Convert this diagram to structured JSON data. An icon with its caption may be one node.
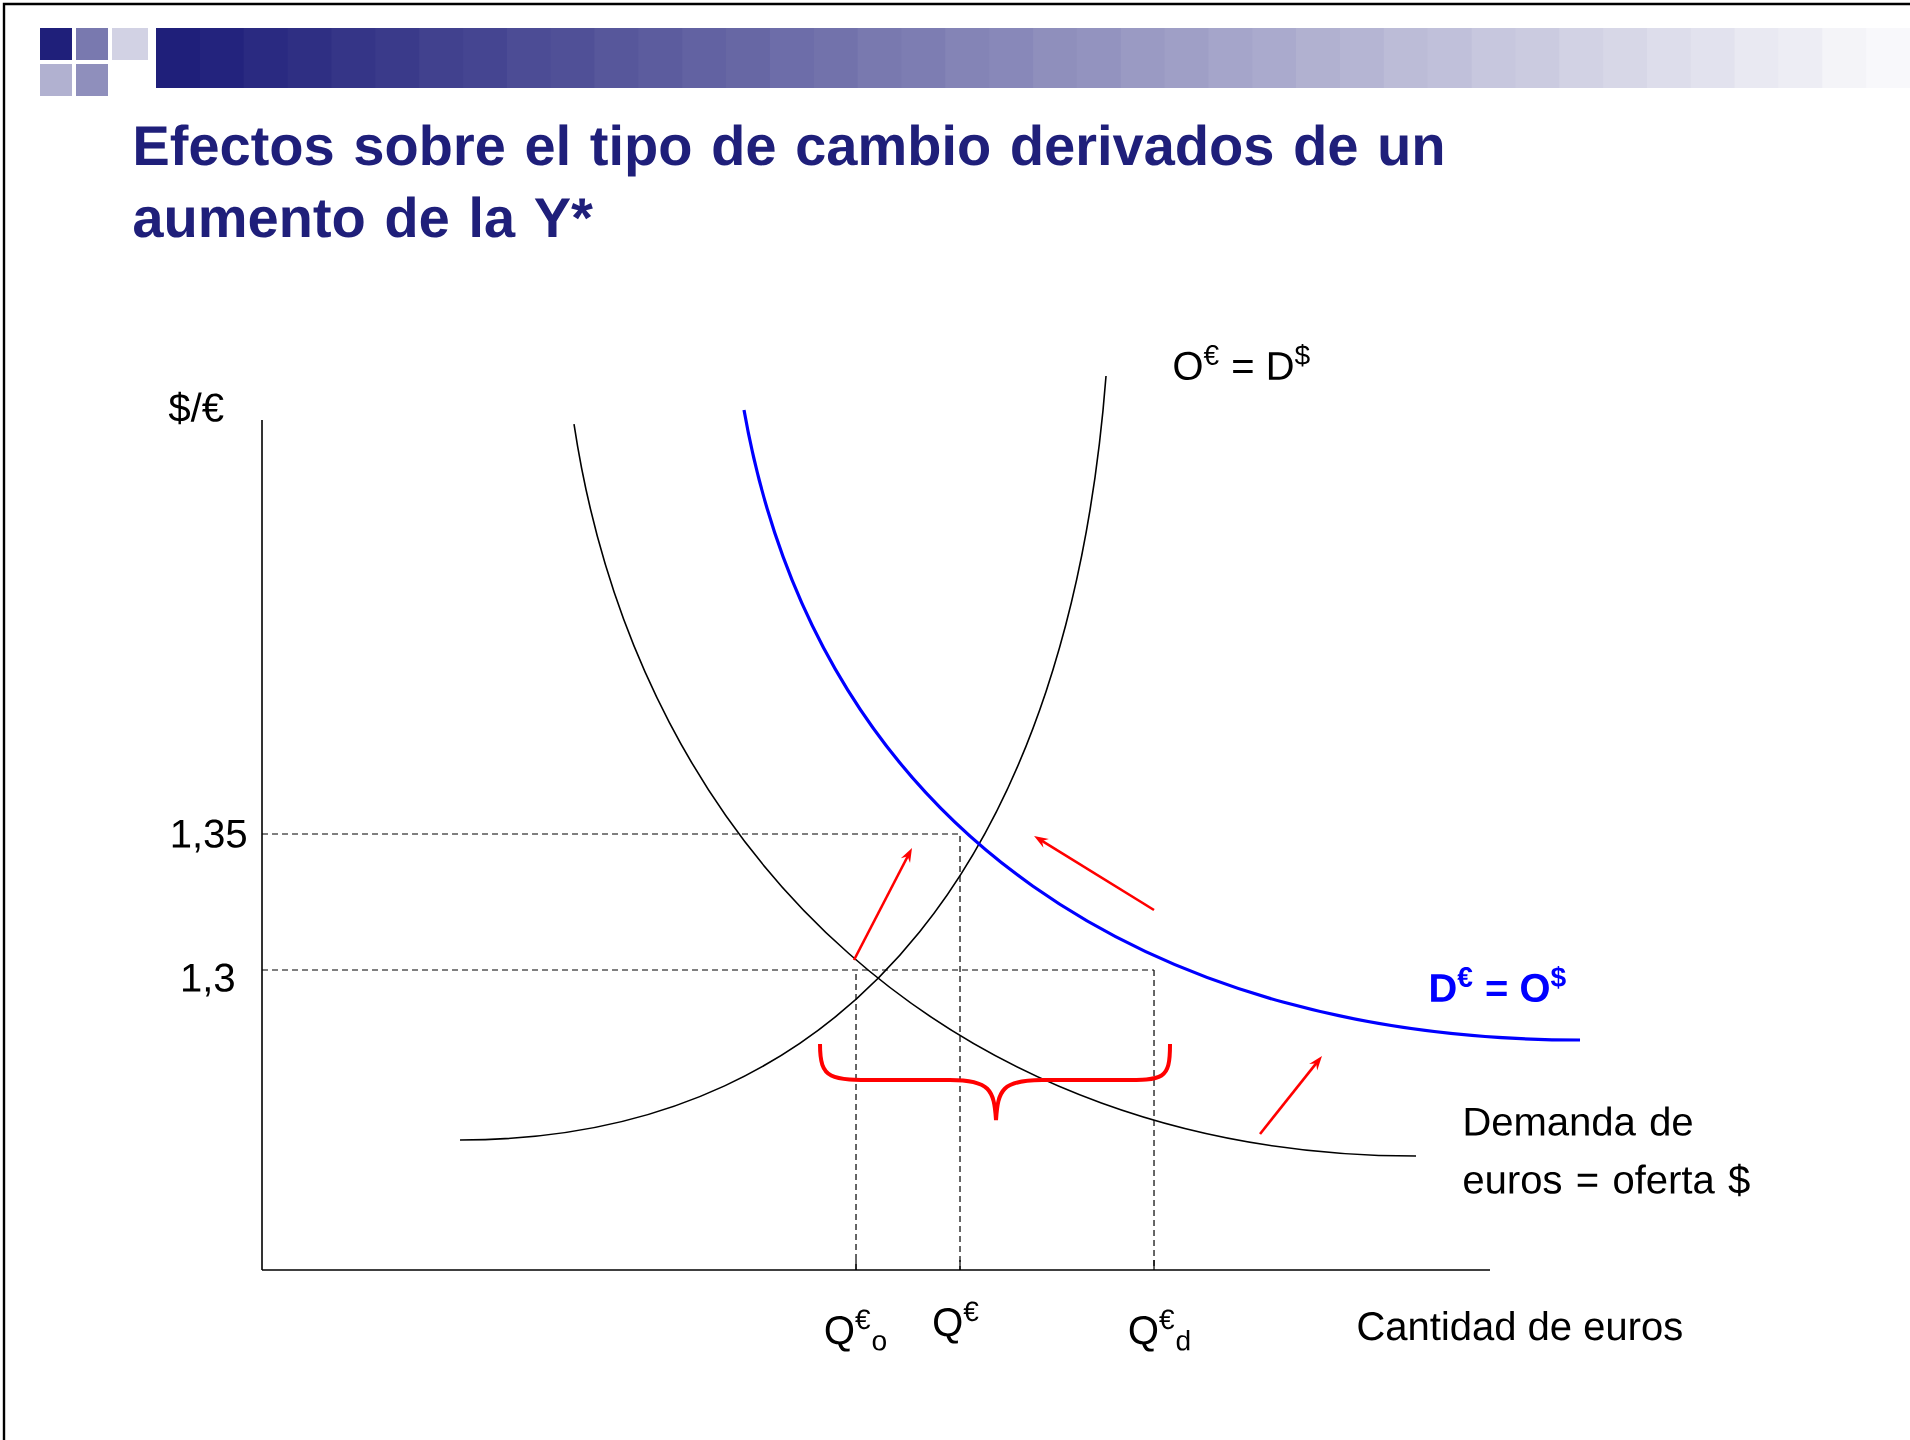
{
  "diagram": {
    "title": "Efectos sobre el tipo de cambio derivados de un aumento de la Y*",
    "labels": [
      "O$^{€}$ = D$^{$}$",
      "$/€",
      "1,35",
      "1,3",
      "D$^{€}$ = O$^{$}$",
      "Demanda de euros = oferta $",
      "Q$^{€}$$_{o}$",
      "Q$^{€}$",
      "Q$^{€}$$_{d}$",
      "Cantidad de euros"
    ]
  }
}
